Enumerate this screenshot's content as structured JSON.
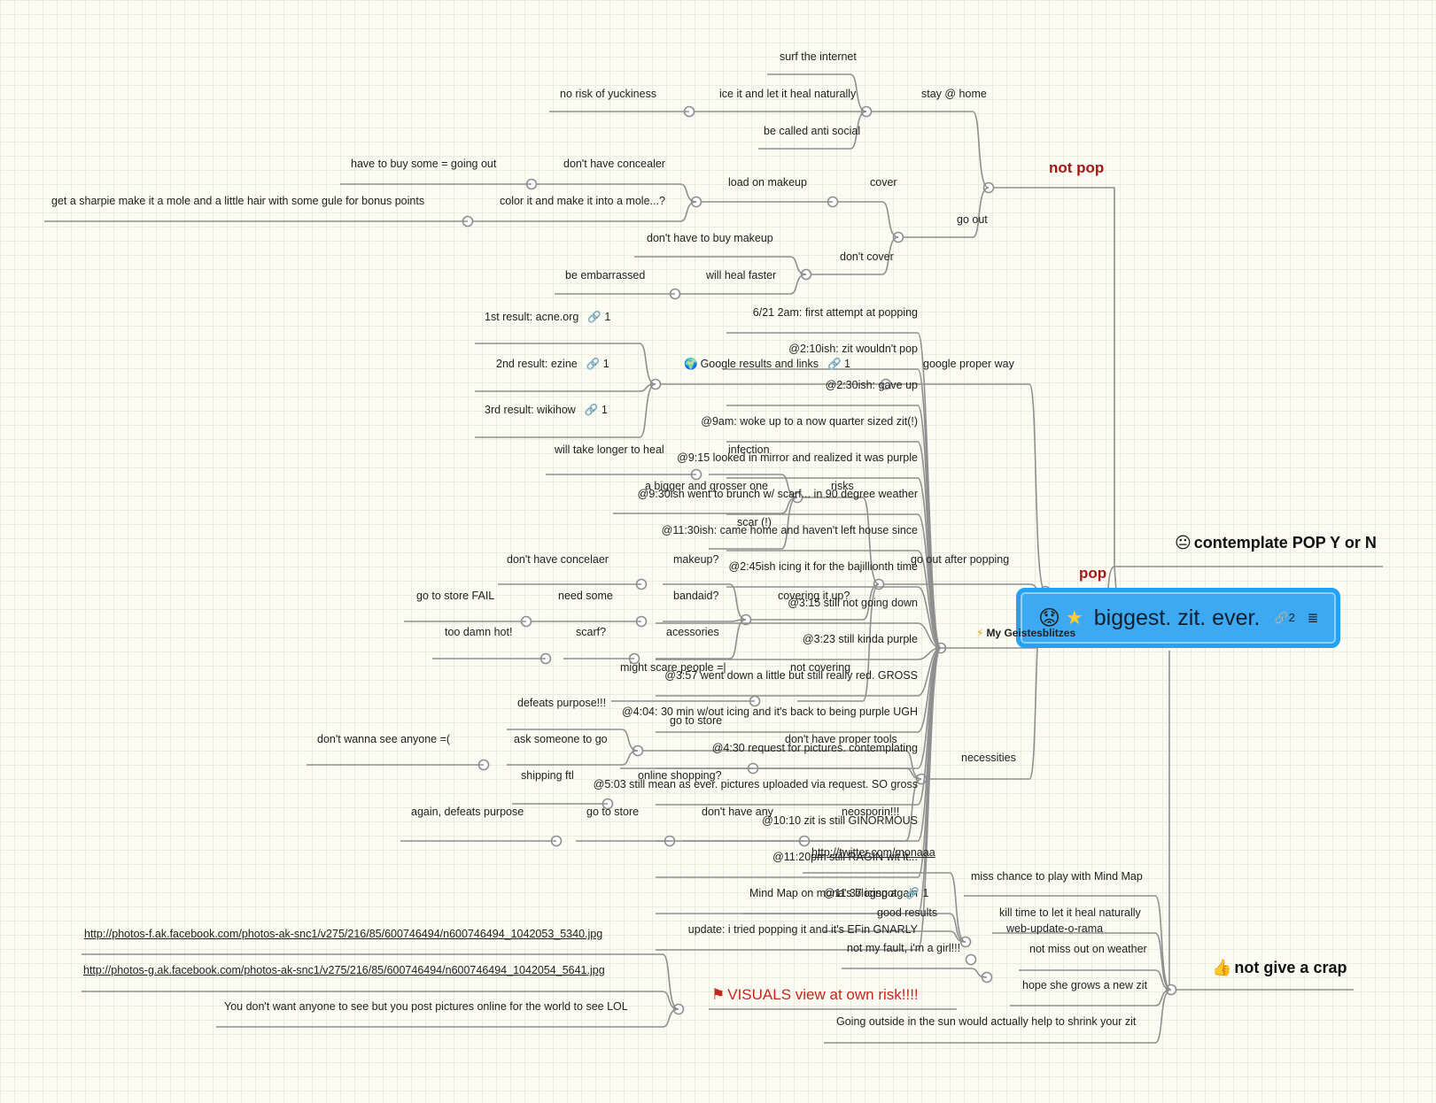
{
  "root": {
    "title": "biggest. zit. ever.",
    "emoji_icon": "worried-face-icon",
    "star_icon": "star-icon",
    "link_count": "2"
  },
  "branches": {
    "not_pop": "not pop",
    "pop": "pop",
    "contemplate": "contemplate POP Y or N",
    "not_give": "not give a crap",
    "geist": "My Geistesblitzes",
    "visuals": "VISUALS view at own risk!!!!"
  },
  "not_pop": {
    "stay_home": "stay @ home",
    "surf": "surf the internet",
    "ice_heal": "ice it and let it heal naturally",
    "no_risk": "no risk of yuckiness",
    "anti_social": "be called anti social",
    "go_out": "go out",
    "cover": "cover",
    "load_makeup": "load on makeup",
    "no_concealer": "don't have concealer",
    "buy_some": "have to buy some = going out",
    "color_mole": "color it and make it into a mole...?",
    "sharpie": "get a sharpie make it a mole and a little hair with some gule for bonus points",
    "dont_cover": "don't cover",
    "no_buy_makeup": "don't have to buy makeup",
    "heal_faster": "will heal faster",
    "embarrassed": "be embarrassed"
  },
  "pop": {
    "google": "google proper way",
    "google_results": "Google results and links",
    "google_results_count": "1",
    "r1": "1st result: acne.org",
    "r1_count": "1",
    "r2": "2nd result: ezine",
    "r2_count": "1",
    "r3": "3rd result: wikihow",
    "r3_count": "1",
    "go_out_after": "go out after popping",
    "infection": "infection",
    "longer_heal": "will take longer to heal",
    "risks": "risks",
    "bigger": "a bigger and grosser one",
    "scar": "scar (!)",
    "makeup_q": "makeup?",
    "no_concelaer": "don't have concelaer",
    "bandaid": "bandaid?",
    "need_some": "need some",
    "store_fail": "go to store FAIL",
    "accessories": "acessories",
    "scarf": "scarf?",
    "too_hot": "too damn hot!",
    "covering": "covering it up?",
    "not_covering": "not covering",
    "scare": "might scare people =|",
    "necessities": "necessities",
    "go_store": "go to store",
    "defeats": "defeats purpose!!!",
    "ask_someone": "ask someone to go",
    "dont_wanna": "don't wanna see anyone =(",
    "no_tools": "don't have proper tools",
    "online": "online shopping?",
    "shipping": "shipping ftl",
    "neosporin": "neosporin!!!",
    "dont_have_any": "don't have any",
    "go_store2": "go to store",
    "again_defeats": "again, defeats purpose"
  },
  "timeline": [
    "6/21 2am: first attempt at popping",
    "@2:10ish: zit wouldn't pop",
    "@2:30ish: gave up",
    "@9am: woke up to a now quarter sized zit(!)",
    "@9:15 looked in mirror and realized it was purple",
    "@9:30ish went to brunch w/ scarf... in 90 degree weather",
    "@11:30ish: came home and haven't left house since",
    "@2:45ish icing it for the bajillionth time",
    "@3:15 still not going down",
    "@3:23 still kinda purple",
    "@3:57 went down a little but still really red. GROSS",
    "@4:04: 30 min w/out icing and it's back to being purple UGH",
    "@4:30 request for pictures. contemplating",
    "@5:03 still mean as ever. pictures uploaded via request. SO gross",
    "@10:10 zit is still GINORMOUS",
    "@11:20pm still RAGIN wit it...",
    "@11:37 icing again",
    "update: i tried popping it and it's EFin GNARLY"
  ],
  "geist_extra": {
    "twitter": "http://twitter.com/monaaa",
    "mindmap_blog": "Mind Map on mona's blogspot",
    "mindmap_count": "1",
    "good_results": "good results",
    "web_update": "web-update-o-rama",
    "not_my_fault": "not my fault, i'm a girl!!!"
  },
  "visuals": {
    "url1": "http://photos-f.ak.facebook.com/photos-ak-snc1/v275/216/85/600746494/n600746494_1042053_5340.jpg",
    "url2": "http://photos-g.ak.facebook.com/photos-ak-snc1/v275/216/85/600746494/n600746494_1042054_5641.jpg",
    "lol": "You don't want anyone to see but you post pictures online for the world to see LOL"
  },
  "not_give": [
    "miss chance to play with Mind Map",
    "kill time to let it heal naturally",
    "not miss out on weather",
    "hope she grows a new zit",
    "Going outside in the sun would actually help to shrink your zit"
  ],
  "colors": {
    "line": "#8f8f8f",
    "root_fill": "#3da9f2",
    "root_border": "#22a2f5",
    "accent_red": "#a21a1a",
    "visuals_red": "#c4261e"
  }
}
